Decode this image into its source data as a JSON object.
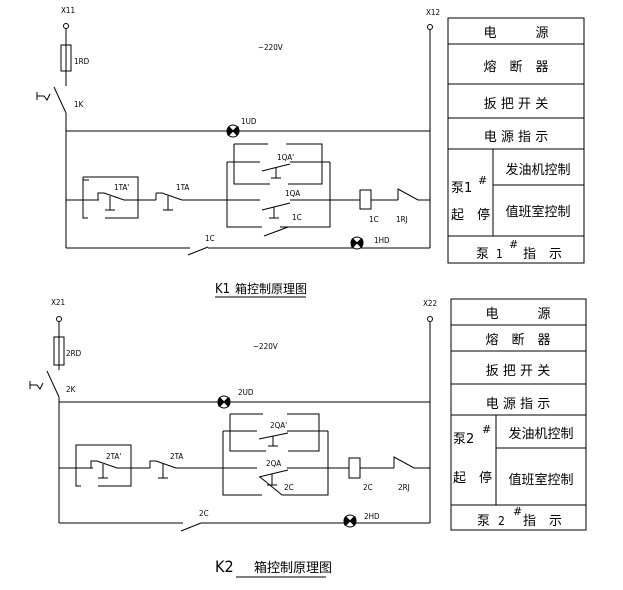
{
  "diagram": {
    "circuits": [
      {
        "id": "k1",
        "title_prefix": "K1",
        "title_text": "箱控制原理图",
        "terminal_left": "X11",
        "terminal_right": "X12",
        "voltage": "~220V",
        "fuse": "1RD",
        "switch": "1K",
        "power_lamp": "1UD",
        "run_lamp": "1HD",
        "button_remote": "1TA'",
        "button_local": "1TA",
        "start_remote": "1QA'",
        "start_local": "1QA",
        "hold_contact": "1C",
        "coil": "1C",
        "bottom_contact": "1C",
        "thermal_relay": "1RJ",
        "legend": {
          "power": "电　　　源",
          "fuse": "熔　断　器",
          "switch": "扳 把 开 关",
          "power_indicator": "电 源 指 示",
          "pump_no": "泵1",
          "hash": "#",
          "start_stop": "起　停",
          "generator_ctrl": "发油机控制",
          "duty_ctrl": "值班室控制",
          "pump_indicator_a": "泵",
          "pump_indicator_num": "1",
          "pump_indicator_b": "指　示"
        }
      },
      {
        "id": "k2",
        "title_prefix": "K2",
        "title_text": "箱控制原理图",
        "terminal_left": "X21",
        "terminal_right": "X22",
        "voltage": "~220V",
        "fuse": "2RD",
        "switch": "2K",
        "power_lamp": "2UD",
        "run_lamp": "2HD",
        "button_remote": "2TA'",
        "button_local": "2TA",
        "start_remote": "2QA'",
        "start_local": "2QA",
        "hold_contact": "2C",
        "coil": "2C",
        "bottom_contact": "2C",
        "thermal_relay": "2RJ",
        "legend": {
          "power": "电　　　源",
          "fuse": "熔　断　器",
          "switch": "扳 把 开 关",
          "power_indicator": "电 源 指 示",
          "pump_no": "泵2",
          "hash": "#",
          "start_stop": "起　停",
          "generator_ctrl": "发油机控制",
          "duty_ctrl": "值班室控制",
          "pump_indicator_a": "泵",
          "pump_indicator_num": "2",
          "pump_indicator_b": "指　示"
        }
      }
    ]
  }
}
